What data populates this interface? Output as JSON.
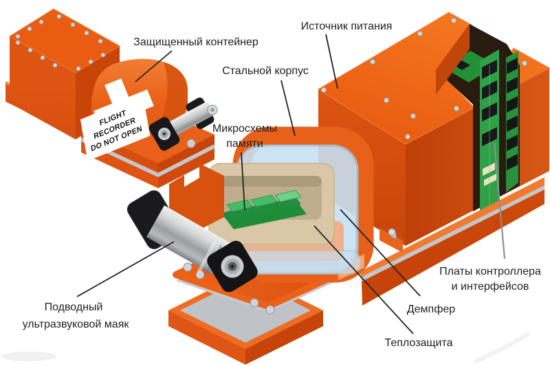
{
  "labels": {
    "protected_container": {
      "text": "Защищенный контейнер"
    },
    "power_source": {
      "text": "Источник питания"
    },
    "steel_case": {
      "text": "Стальной корпус"
    },
    "memory_chips": {
      "line1": "Микросхемы",
      "line2": "памяти"
    },
    "underwater_beacon": {
      "line1": "Подводный",
      "line2": "ультразвуковой маяк"
    },
    "controller_boards": {
      "line1": "Платы контроллера",
      "line2": "и интерфейсов"
    },
    "damper": {
      "text": "Демпфер"
    },
    "heat_protection": {
      "text": "Теплозащита"
    }
  },
  "device_marking": {
    "line1": "FLIGHT",
    "line2": "RECORDER",
    "line3": "DO NOT OPEN"
  },
  "colors": {
    "orange_main": "#ED6019",
    "orange_top": "#F0711F",
    "orange_dark": "#C64309",
    "orange_cut_face": "#F9A468",
    "damper_blue": "#C7E0F2",
    "heat_tan": "#D9C7A8",
    "inner_salmon": "#F0B189",
    "pcb_green": "#2FA047",
    "chip_green": "#45BD66",
    "metal_silver": "#C9CCD0",
    "black_part": "#1A1A1C",
    "label_text": "#1F1F1F",
    "background": "#FFFFFF"
  }
}
